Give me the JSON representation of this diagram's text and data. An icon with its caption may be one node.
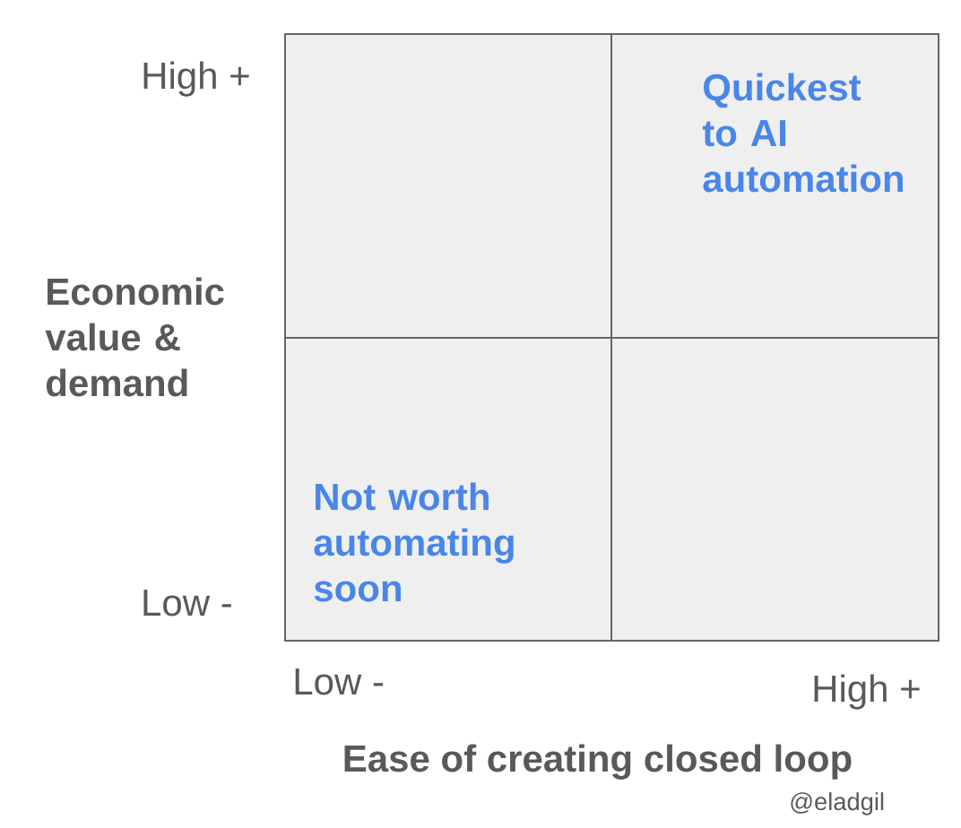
{
  "diagram": {
    "nodes": [
      {
        "text": [],
        "shape": "box"
      },
      {
        "text": [
          "Quickest to AI automation"
        ]
      },
      {
        "text": [
          "Not worth automating soon"
        ]
      },
      {
        "text": [],
        "shape": "box"
      }
    ],
    "labels": [
      "High +",
      "Economic value & demand",
      "Low -",
      "Low -",
      "High +",
      "Ease of creating closed loop",
      "@eladgil"
    ]
  }
}
